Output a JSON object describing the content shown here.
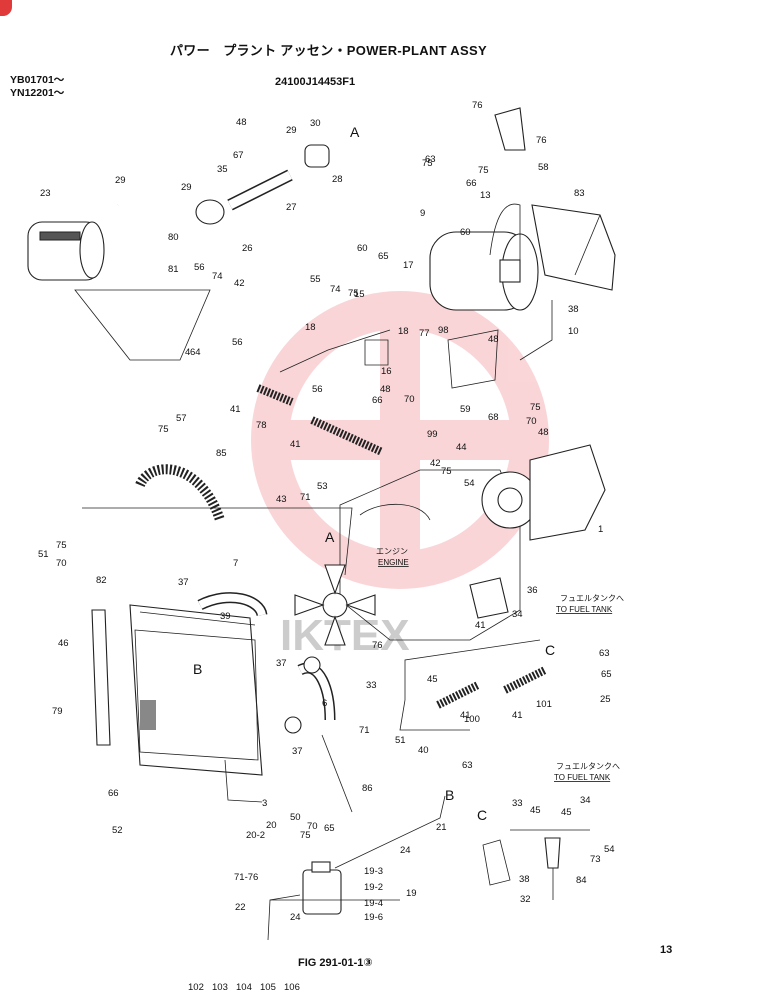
{
  "header": {
    "title": "パワー　プラント アッセン・POWER-PLANT ASSY",
    "serial_1": "YB01701～",
    "serial_2": "YN12201～",
    "part_number": "24100J14453F1"
  },
  "footer": {
    "figure_ref": "FIG 291-01-1③",
    "page_number": "13"
  },
  "watermark": "IKTEX",
  "annotations": {
    "engine_jp": "エンジン",
    "engine_en": "ENGINE",
    "fuel_tank_jp_1": "フュエルタンクへ",
    "fuel_tank_en_1": "TO FUEL TANK",
    "fuel_tank_jp_2": "フュエルタンクへ",
    "fuel_tank_en_2": "TO FUEL TANK",
    "ref_letters": [
      "A",
      "A",
      "B",
      "B",
      "C",
      "C"
    ]
  },
  "callouts": [
    "1",
    "3",
    "4",
    "6",
    "7",
    "9",
    "10",
    "13",
    "15",
    "16",
    "17",
    "18",
    "18",
    "19",
    "19-2",
    "19-3",
    "19-4",
    "19-6",
    "20",
    "20-2",
    "21",
    "22",
    "23",
    "24",
    "24",
    "25",
    "26",
    "27",
    "28",
    "29",
    "29",
    "29",
    "30",
    "32",
    "33",
    "33",
    "34",
    "34",
    "35",
    "36",
    "37",
    "37",
    "37",
    "38",
    "38",
    "39",
    "40",
    "41",
    "41",
    "41",
    "41",
    "41",
    "42",
    "42",
    "43",
    "44",
    "45",
    "45",
    "45",
    "46",
    "48",
    "48",
    "48",
    "48",
    "50",
    "51",
    "51",
    "52",
    "53",
    "54",
    "54",
    "55",
    "56",
    "56",
    "56",
    "57",
    "58",
    "59",
    "60",
    "60",
    "63",
    "63",
    "63",
    "64",
    "65",
    "65",
    "65",
    "66",
    "66",
    "66",
    "67",
    "68",
    "70",
    "70",
    "70",
    "70",
    "71",
    "71",
    "71-76",
    "73",
    "74",
    "74",
    "75",
    "75",
    "75",
    "75",
    "75",
    "75",
    "75",
    "75",
    "76",
    "76",
    "76",
    "77",
    "78",
    "79",
    "80",
    "81",
    "82",
    "83",
    "84",
    "85",
    "86",
    "98",
    "99",
    "100",
    "101",
    "102",
    "103",
    "104",
    "105",
    "106"
  ],
  "colors": {
    "ink": "#111111",
    "watermark": "#e8454f",
    "corner_tab": "#e03a3a"
  }
}
